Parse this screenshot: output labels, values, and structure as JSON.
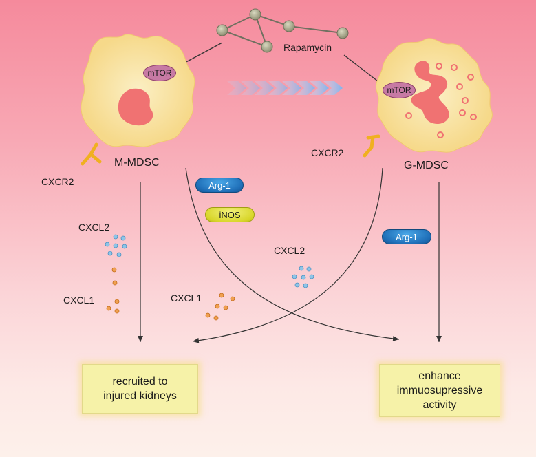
{
  "drug": {
    "label": "Rapamycin"
  },
  "cells": {
    "m_mdsc": {
      "label": "M-MDSC",
      "mtor": "mTOR",
      "receptor": "CXCR2"
    },
    "g_mdsc": {
      "label": "G-MDSC",
      "mtor": "mTOR",
      "receptor": "CXCR2"
    }
  },
  "factors": {
    "arg1_left": "Arg-1",
    "inos": "iNOS",
    "arg1_right": "Arg-1"
  },
  "chemokines": {
    "left_cxcl2": "CXCL2",
    "left_cxcl1": "CXCL1",
    "mid_cxcl2": "CXCL2",
    "mid_cxcl1": "CXCL1"
  },
  "outcomes": {
    "left": "recruited to\ninjured kidneys",
    "right": "enhance\nimmuosupressive\nactivity"
  },
  "colors": {
    "cell_fill": "#f8e2a0",
    "nucleus": "#f07272",
    "mtor": "#c77aa4",
    "arg1": "#1f6fb8",
    "inos": "#d8d62a",
    "cxcl2_dot": "#8ec5e8",
    "cxcl1_dot": "#f0a050",
    "outcome_box": "#f6f2a8"
  }
}
